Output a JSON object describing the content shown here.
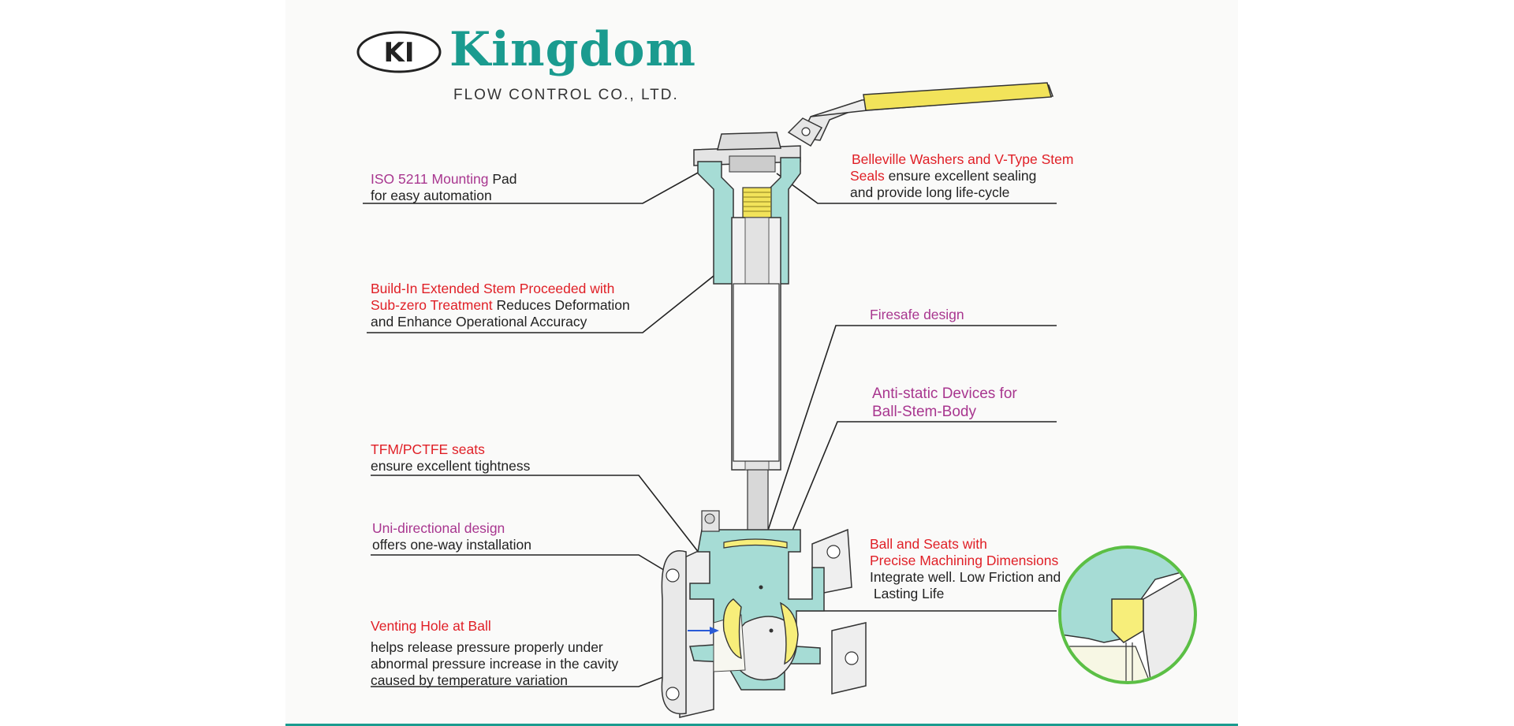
{
  "brand": {
    "logo_mark": "KI",
    "name": "Kingdom",
    "subtitle": "FLOW CONTROL CO., LTD."
  },
  "colors": {
    "brand_teal": "#1a9b8f",
    "body_teal": "#a6dcd5",
    "handle_yellow": "#f2e35a",
    "seat_yellow": "#f7ee7a",
    "accent_red": "#e01f26",
    "accent_magenta": "#a8368f",
    "zoom_ring_green": "#5bbf45"
  },
  "callouts": {
    "iso": {
      "highlight": "ISO 5211 Mounting",
      "rest": " Pad",
      "line2": "for easy automation"
    },
    "stem": {
      "line1": "Build-In Extended Stem Proceeded with",
      "line2_highlight": "Sub-zero Treatment",
      "line2_rest": " Reduces Deformation",
      "line3": "and Enhance Operational Accuracy"
    },
    "seats": {
      "highlight": "TFM/PCTFE seats",
      "line2": "ensure excellent tightness"
    },
    "unidirectional": {
      "highlight": "Uni-directional  design",
      "line2": "offers one-way installation"
    },
    "venting": {
      "highlight": "Venting Hole at Ball",
      "line2": "helps release pressure properly under",
      "line3": "abnormal pressure increase in the cavity",
      "line4": "caused by temperature variation"
    },
    "belleville": {
      "line1": "Belleville Washers and V-Type Stem",
      "line2_highlight": "Seals",
      "line2_rest": " ensure excellent sealing",
      "line3": "and provide long life-cycle"
    },
    "firesafe": {
      "highlight": "Firesafe design"
    },
    "antistatic": {
      "line1": "Anti-static Devices for",
      "line2": "Ball-Stem-Body"
    },
    "ballseats": {
      "line1": "Ball and Seats with",
      "line2": "Precise Machining Dimensions",
      "line3": "Integrate well.  Low Friction and",
      "line4": " Lasting Life"
    }
  }
}
